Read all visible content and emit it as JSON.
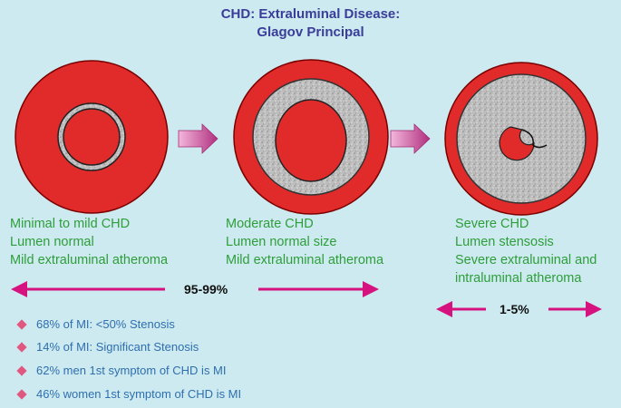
{
  "title": {
    "line1": "CHD: Extraluminal Disease:",
    "line2": "Glagov Principal"
  },
  "stages": [
    {
      "lines": [
        "Minimal to mild CHD",
        "Lumen normal",
        "Mild extraluminal atheroma"
      ]
    },
    {
      "lines": [
        "Moderate CHD",
        "Lumen normal size",
        "Mild extraluminal atheroma"
      ]
    },
    {
      "lines": [
        "Severe CHD",
        "Lumen stensosis",
        "Severe extraluminal and",
        "intraluminal atheroma"
      ]
    }
  ],
  "percentages": {
    "left": "95-99%",
    "right": "1-5%"
  },
  "stats": [
    "68% of MI: <50% Stenosis",
    "14% of MI: Significant Stenosis",
    "62% men 1st symptom of CHD is MI",
    "46% women 1st symptom of CHD is MI"
  ],
  "colors": {
    "background": "#cdeaf0",
    "vessel_wall": "#e12b2b",
    "title": "#3a3d99",
    "stage_text": "#2e9e3a",
    "stat_text": "#2f6fb0",
    "arrow": "#d6127f",
    "bullet": "#e0577f"
  }
}
